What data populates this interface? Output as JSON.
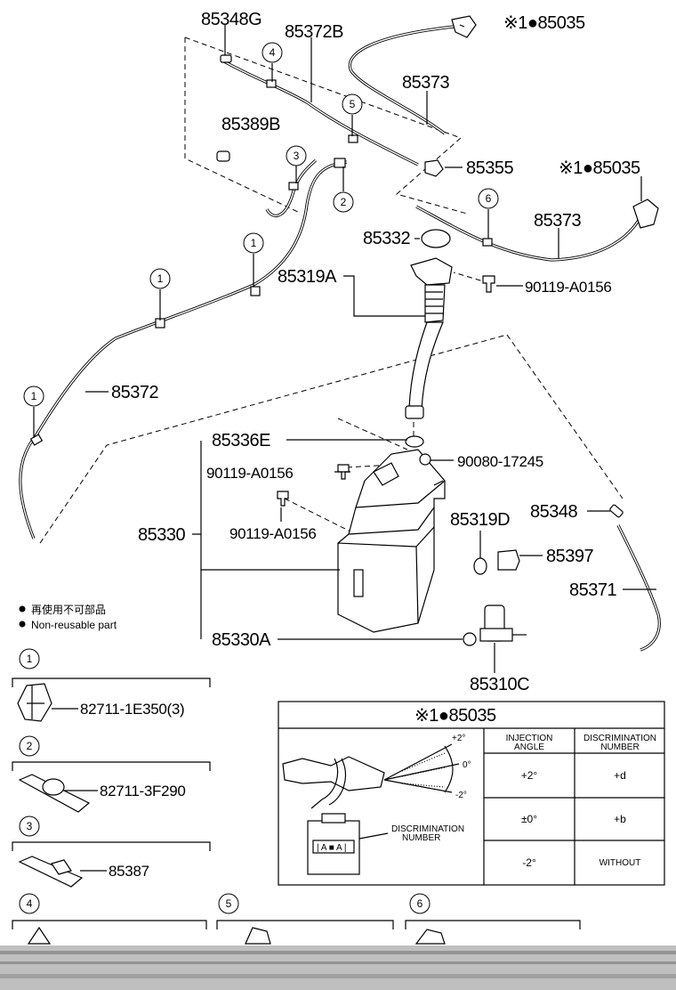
{
  "parts": {
    "p85348G": "85348G",
    "p85372B": "85372B",
    "p85035_top": "※1●85035",
    "p85373_top": "85373",
    "p85389B": "85389B",
    "p85355": "85355",
    "p85035_right": "※1●85035",
    "p85373_right": "85373",
    "p85332": "85332",
    "p85319A": "85319A",
    "p90119_A0156_a": "90119-A0156",
    "p85372": "85372",
    "p85336E": "85336E",
    "p90080_17245": "90080-17245",
    "p90119_A0156_b": "90119-A0156",
    "p90119_A0156_c": "90119-A0156",
    "p85330": "85330",
    "p85319D": "85319D",
    "p85348": "85348",
    "p85397": "85397",
    "p85371": "85371",
    "p85330A": "85330A",
    "p85310C": "85310C"
  },
  "callouts": [
    "1",
    "2",
    "3",
    "4",
    "5",
    "6"
  ],
  "legend": {
    "line1": "再使用不可部品",
    "line2": "Non-reusable part"
  },
  "clips": {
    "c1": {
      "num": "1",
      "part": "82711-1E350(3)"
    },
    "c2": {
      "num": "2",
      "part": "82711-3F290"
    },
    "c3": {
      "num": "3",
      "part": "85387"
    },
    "c4": {
      "num": "4"
    },
    "c5": {
      "num": "5"
    },
    "c6": {
      "num": "6"
    }
  },
  "table": {
    "title": "※1●85035",
    "col1": "INJECTION ANGLE",
    "col1_l1": "INJECTION",
    "col1_l2": "ANGLE",
    "col2_l1": "DISCRIMINATION",
    "col2_l2": "NUMBER",
    "rows": [
      {
        "angle": "+2°",
        "number": "+d"
      },
      {
        "angle": "±0°",
        "number": "+b"
      },
      {
        "angle": "-2°",
        "number": "WITHOUT"
      }
    ],
    "angle_plus": "+2°",
    "angle_zero": "0°",
    "angle_minus": "-2°",
    "disc_l1": "DISCRIMINATION",
    "disc_l2": "NUMBER"
  }
}
